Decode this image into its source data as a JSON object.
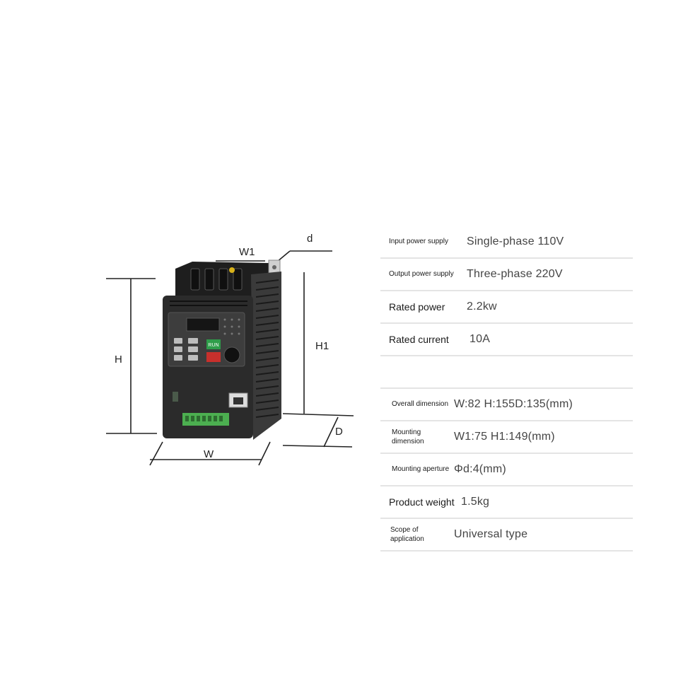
{
  "dimension_labels": {
    "W1": "W1",
    "d": "d",
    "H": "H",
    "H1": "H1",
    "D": "D",
    "W": "W"
  },
  "device_labels": {
    "run_button": "RUN"
  },
  "specs_group1": [
    {
      "label": "Input power supply",
      "value": "Single-phase 110V",
      "label_size": "small"
    },
    {
      "label": "Output power supply",
      "value": "Three-phase 220V",
      "label_size": "small"
    },
    {
      "label": "Rated power",
      "value": "2.2kw",
      "label_size": "large"
    },
    {
      "label": "Rated current",
      "value": "10A",
      "label_size": "large"
    }
  ],
  "specs_group2": [
    {
      "label": "Overall dimension",
      "value": "W:82 H:155D:135(mm)",
      "label_size": "small"
    },
    {
      "label": "Mounting dimension",
      "value": "W1:75 H1:149(mm)",
      "label_size": "small"
    },
    {
      "label": "Mounting aperture",
      "value": "Φd:4(mm)",
      "label_size": "small"
    },
    {
      "label": "Product weight",
      "value": "1.5kg",
      "label_size": "large"
    },
    {
      "label": "Scope of application",
      "value": "Universal type",
      "label_size": "small"
    }
  ],
  "colors": {
    "body": "#2b2b2b",
    "side": "#3a3a3a",
    "run_green": "#2f9d4a",
    "stop_red": "#c8302c",
    "terminal_green": "#4caf50",
    "divider": "#e4e4e4"
  }
}
